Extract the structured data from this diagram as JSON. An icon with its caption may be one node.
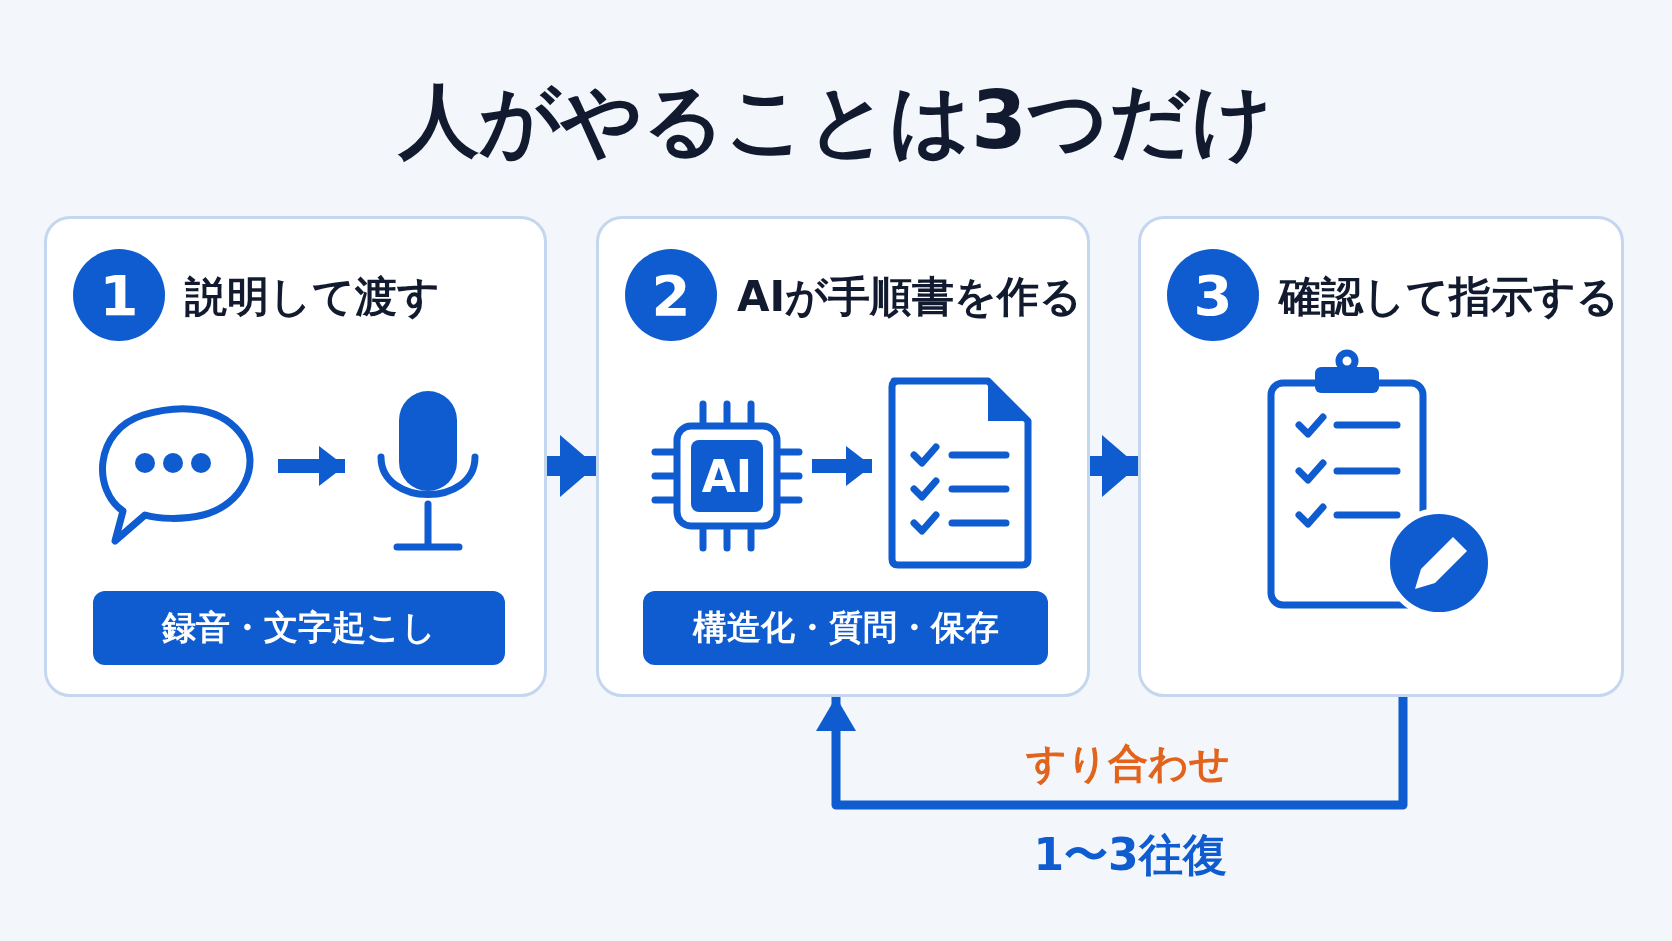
{
  "diagram": {
    "title": "人がやることは3つだけ",
    "nodes": [
      {
        "text": [
          "説明して渡す"
        ]
      },
      {
        "text": [
          "1"
        ],
        "in": 0
      },
      {
        "text": [],
        "shape": "picture",
        "in": 0
      },
      {
        "text": [],
        "shape": "picture",
        "in": 0
      },
      {
        "text": [
          "録音・文字起こし"
        ],
        "in": 0
      },
      {
        "text": [
          "AIが手順書を作る"
        ]
      },
      {
        "text": [
          "2"
        ],
        "in": 5
      },
      {
        "text": [
          "AI"
        ],
        "in": 5
      },
      {
        "text": [],
        "shape": "picture",
        "in": 5
      },
      {
        "text": [
          "構造化・質問・保存"
        ],
        "in": 5
      },
      {
        "text": [
          "確認して指示する"
        ]
      },
      {
        "text": [
          "3"
        ],
        "in": 10
      },
      {
        "text": [],
        "shape": "picture",
        "in": 10
      }
    ],
    "edges": [
      {
        "from": 2,
        "to": 3,
        "arrow": "to"
      },
      {
        "from": 0,
        "to": 5,
        "arrow": "to"
      },
      {
        "from": 7,
        "to": 8,
        "arrow": "to"
      },
      {
        "from": 5,
        "to": 10,
        "arrow": "to"
      },
      {
        "from": 10,
        "to": 5,
        "arrow": "to",
        "label": "すり合わせ"
      }
    ],
    "labels": [
      "1〜3往復"
    ]
  }
}
